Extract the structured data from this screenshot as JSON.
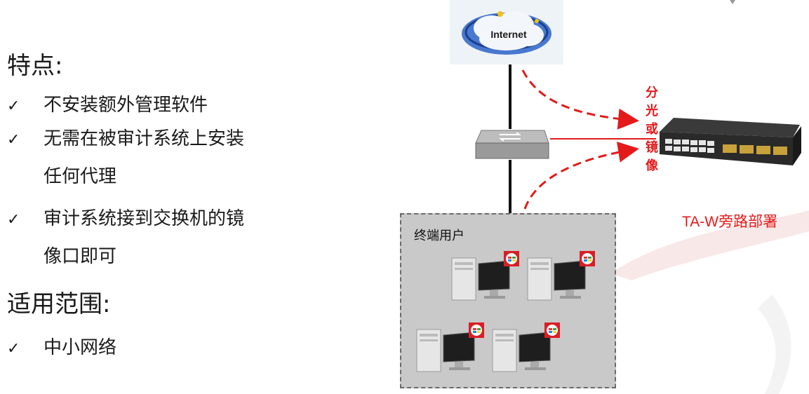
{
  "left_panel": {
    "features_title": "特点:",
    "features": [
      {
        "check": "✓",
        "lines": [
          "不安装额外管理软件"
        ]
      },
      {
        "check": "✓",
        "lines": [
          "无需在被审计系统上安装",
          "任何代理"
        ]
      },
      {
        "check": "✓",
        "lines": [
          "审计系统接到交换机的镜",
          "像口即可"
        ]
      }
    ],
    "scope_title": "适用范围:",
    "scope": [
      {
        "check": "✓",
        "lines": [
          "中小网络"
        ]
      }
    ]
  },
  "diagram": {
    "internet_label": "Internet",
    "side_label_chars": [
      "分",
      "光",
      "或",
      "镜",
      "像"
    ],
    "device_label": "TA-W旁路部署",
    "users_label": "终端用户",
    "accent_color": "#e41a1a"
  }
}
